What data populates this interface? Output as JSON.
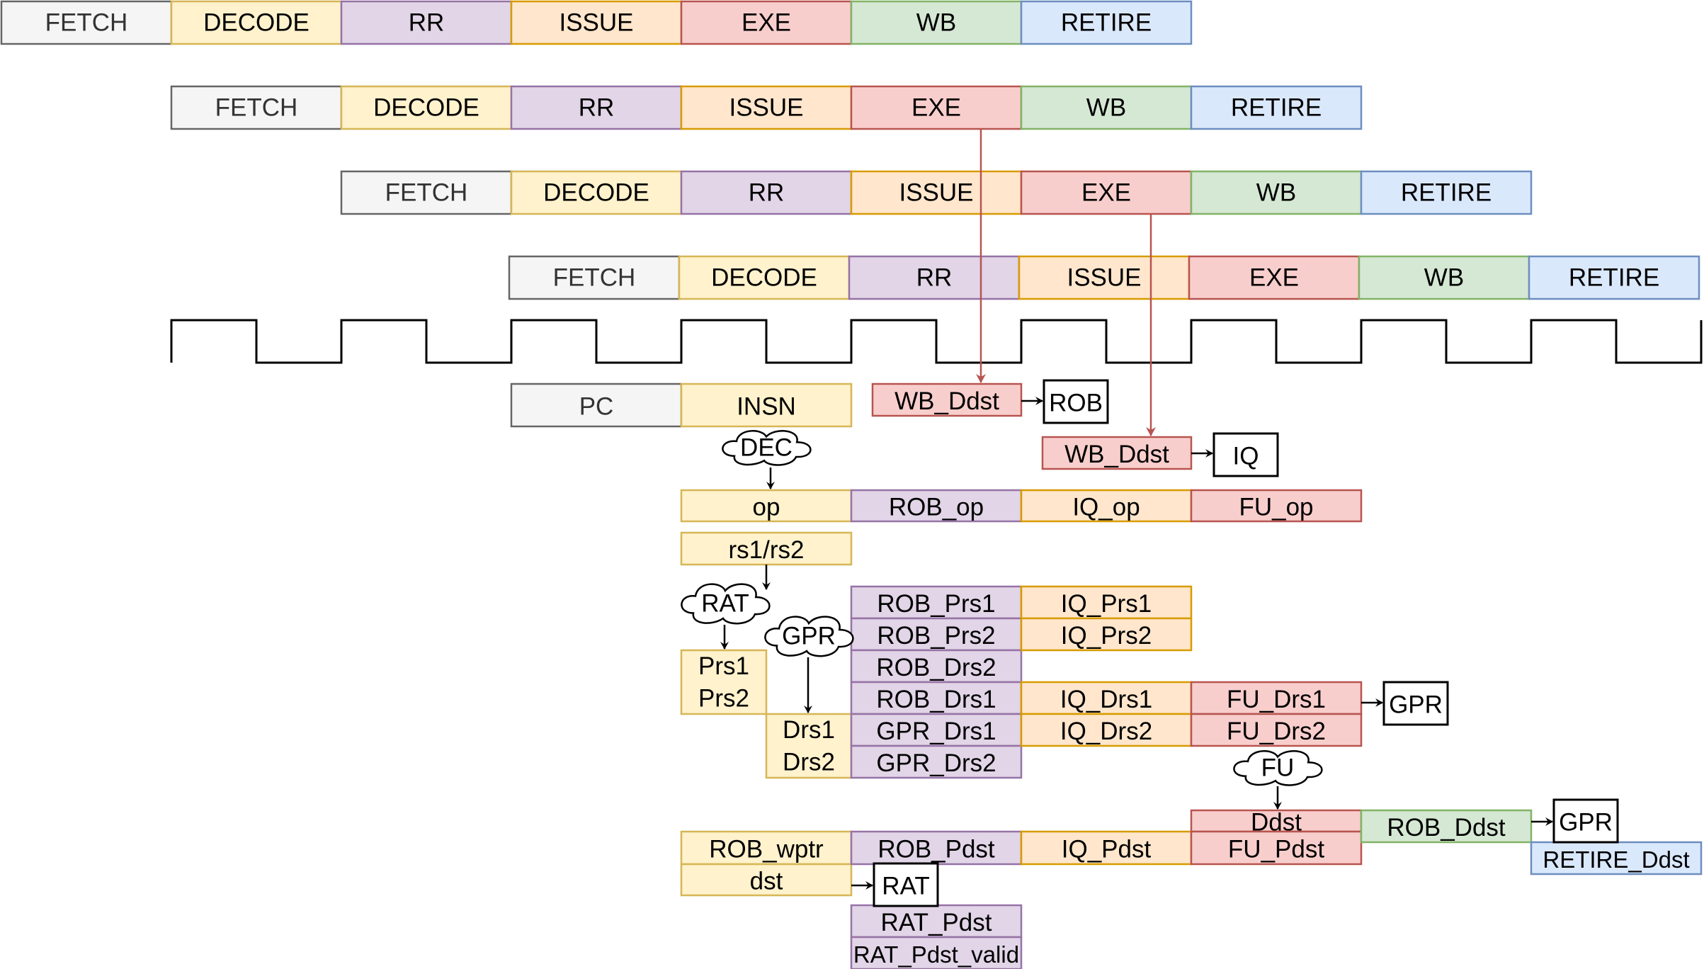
{
  "colors": {
    "fetch": {
      "fill": "#f5f5f5",
      "stroke": "#666666"
    },
    "decode": {
      "fill": "#fff2cc",
      "stroke": "#d6b656"
    },
    "rr": {
      "fill": "#e1d5e7",
      "stroke": "#9673a6"
    },
    "issue": {
      "fill": "#ffe6cc",
      "stroke": "#d79b00"
    },
    "exe": {
      "fill": "#f8cecc",
      "stroke": "#b85450"
    },
    "wb": {
      "fill": "#d5e8d4",
      "stroke": "#82b366"
    },
    "retire": {
      "fill": "#dae8fc",
      "stroke": "#6c8ebf"
    },
    "plain": {
      "fill": "#ffffff",
      "stroke": "#000000"
    },
    "signal_arrow": "#b85450",
    "line": "#000000",
    "text_fetch": "#333333"
  },
  "pipeline": {
    "stages": [
      "FETCH",
      "DECODE",
      "RR",
      "ISSUE",
      "EXE",
      "WB",
      "RETIRE"
    ]
  },
  "boxes": [
    {
      "id": "pc",
      "label": "PC",
      "style": "fetch"
    },
    {
      "id": "insn",
      "label": "INSN",
      "style": "decode"
    },
    {
      "id": "op",
      "label": "op",
      "style": "decode"
    },
    {
      "id": "rs1-rs2",
      "label": "rs1/rs2",
      "style": "decode"
    },
    {
      "id": "prs",
      "label": "Prs1\nPrs2",
      "style": "decode"
    },
    {
      "id": "drs",
      "label": "Drs1\nDrs2",
      "style": "decode"
    },
    {
      "id": "rob-wptr",
      "label": "ROB_wptr",
      "style": "decode"
    },
    {
      "id": "dst",
      "label": "dst",
      "style": "decode"
    },
    {
      "id": "rob-op",
      "label": "ROB_op",
      "style": "rr"
    },
    {
      "id": "rob-prs1",
      "label": "ROB_Prs1",
      "style": "rr"
    },
    {
      "id": "rob-prs2",
      "label": "ROB_Prs2",
      "style": "rr"
    },
    {
      "id": "rob-drs2",
      "label": "ROB_Drs2",
      "style": "rr"
    },
    {
      "id": "rob-drs1",
      "label": "ROB_Drs1",
      "style": "rr"
    },
    {
      "id": "gpr-drs1",
      "label": "GPR_Drs1",
      "style": "rr"
    },
    {
      "id": "gpr-drs2",
      "label": "GPR_Drs2",
      "style": "rr"
    },
    {
      "id": "rob-pdst",
      "label": "ROB_Pdst",
      "style": "rr"
    },
    {
      "id": "rat-pdst",
      "label": "RAT_Pdst",
      "style": "rr"
    },
    {
      "id": "rat-pdst-valid",
      "label": "RAT_Pdst_valid",
      "style": "rr"
    },
    {
      "id": "iq-op",
      "label": "IQ_op",
      "style": "issue"
    },
    {
      "id": "iq-prs1",
      "label": "IQ_Prs1",
      "style": "issue"
    },
    {
      "id": "iq-prs2",
      "label": "IQ_Prs2",
      "style": "issue"
    },
    {
      "id": "iq-drs1",
      "label": "IQ_Drs1",
      "style": "issue"
    },
    {
      "id": "iq-drs2",
      "label": "IQ_Drs2",
      "style": "issue"
    },
    {
      "id": "iq-pdst",
      "label": "IQ_Pdst",
      "style": "issue"
    },
    {
      "id": "fu-op",
      "label": "FU_op",
      "style": "exe"
    },
    {
      "id": "fu-drs1",
      "label": "FU_Drs1",
      "style": "exe"
    },
    {
      "id": "fu-drs2",
      "label": "FU_Drs2",
      "style": "exe"
    },
    {
      "id": "ddst",
      "label": "Ddst",
      "style": "exe"
    },
    {
      "id": "fu-pdst",
      "label": "FU_Pdst",
      "style": "exe"
    },
    {
      "id": "wb-ddst-1",
      "label": "WB_Ddst",
      "style": "exe"
    },
    {
      "id": "wb-ddst-2",
      "label": "WB_Ddst",
      "style": "exe"
    },
    {
      "id": "rob-ddst",
      "label": "ROB_Ddst",
      "style": "wb"
    },
    {
      "id": "retire-ddst",
      "label": "RETIRE_Ddst",
      "style": "retire"
    },
    {
      "id": "rob-target",
      "label": "ROB",
      "style": "plain"
    },
    {
      "id": "iq-target",
      "label": "IQ",
      "style": "plain"
    },
    {
      "id": "gpr-target-1",
      "label": "GPR",
      "style": "plain"
    },
    {
      "id": "gpr-target-2",
      "label": "GPR",
      "style": "plain"
    },
    {
      "id": "rat-target",
      "label": "RAT",
      "style": "plain"
    }
  ],
  "clouds": [
    {
      "id": "dec",
      "label": "DEC"
    },
    {
      "id": "rat",
      "label": "RAT"
    },
    {
      "id": "gpr",
      "label": "GPR"
    },
    {
      "id": "fu",
      "label": "FU"
    }
  ]
}
